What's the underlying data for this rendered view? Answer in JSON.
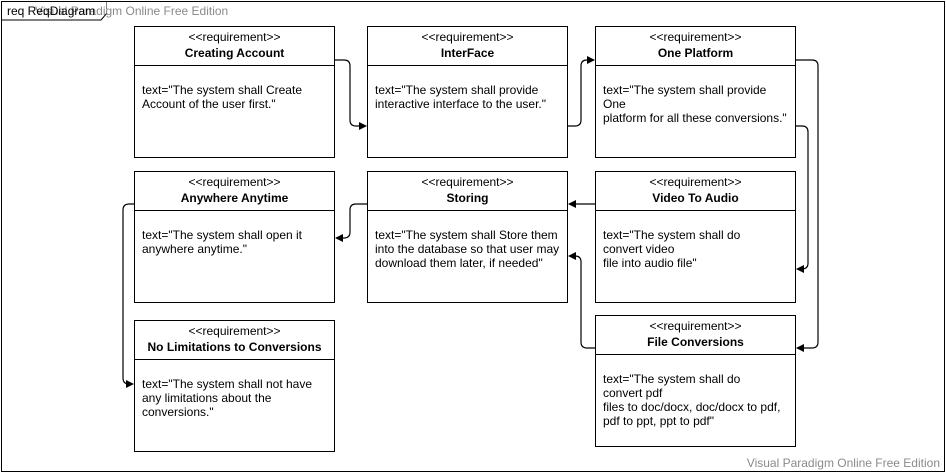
{
  "frame": {
    "label": "req ReqDiagram"
  },
  "watermark": {
    "top": "Visual Paradigm Online Free Edition",
    "bottom": "Visual Paradigm Online Free Edition"
  },
  "requirements": [
    {
      "stereotype": "<<requirement>>",
      "title": "Creating Account",
      "text": "text=\"The system shall Create\nAccount of the user first.\""
    },
    {
      "stereotype": "<<requirement>>",
      "title": "InterFace",
      "text": "text=\"The system shall provide\ninteractive interface to the user.\""
    },
    {
      "stereotype": "<<requirement>>",
      "title": "One Platform",
      "text": "text=\"The system shall provide One\nplatform for all these conversions.\""
    },
    {
      "stereotype": "<<requirement>>",
      "title": "Anywhere Anytime",
      "text": "text=\"The system shall open it\nanywhere anytime.\""
    },
    {
      "stereotype": "<<requirement>>",
      "title": "Storing",
      "text": "text=\"The system shall Store them\ninto the database so that user may\ndownload them later, if needed\""
    },
    {
      "stereotype": "<<requirement>>",
      "title": "Video To Audio",
      "text": "text=\"The system shall do\nconvert video\nfile into audio file\""
    },
    {
      "stereotype": "<<requirement>>",
      "title": "No Limitations to Conversions",
      "text": "text=\"The system shall not have\nany limitations about the\nconversions.\""
    },
    {
      "stereotype": "<<requirement>>",
      "title": "File Conversions",
      "text": "text=\"The system shall do\nconvert pdf\nfiles to doc/docx, doc/docx to pdf,\npdf to ppt, ppt to pdf\""
    }
  ]
}
